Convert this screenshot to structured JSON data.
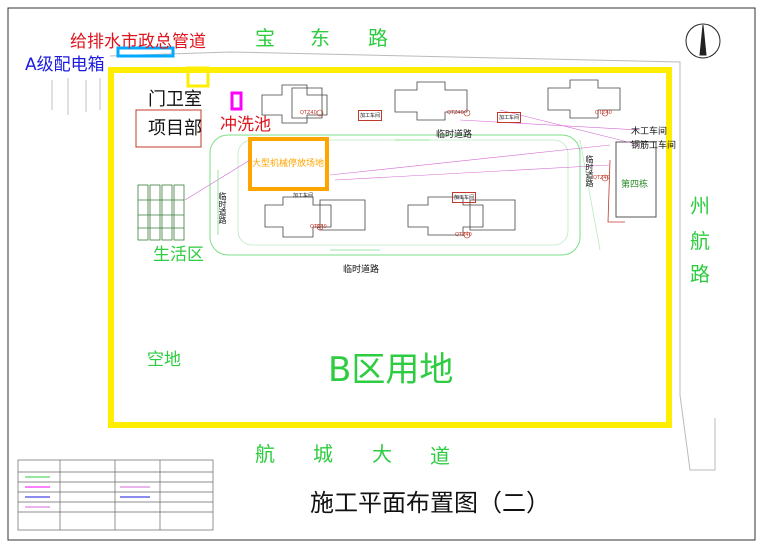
{
  "title": "施工平面布置图（二）",
  "roads": {
    "north": [
      "宝",
      "东",
      "路"
    ],
    "east": [
      "州",
      "航",
      "路"
    ],
    "south": [
      "航",
      "城",
      "大",
      "道"
    ]
  },
  "labels": {
    "water_pipe": "给排水市政总管道",
    "distribution_box": "A级配电箱",
    "gatehouse": "门卫室",
    "project_dept": "项目部",
    "wash_pool": "冲洗池",
    "machinery_yard": "大型机械停放场地",
    "living_area": "生活区",
    "empty_land": "空地",
    "zone_b": "B区用地",
    "carpentry_shop": "木工车间",
    "rebar_shop": "钢筋工车间",
    "building_4": "第四栋",
    "temp_road_top": "临时道路",
    "temp_road_bottom": "临时道路",
    "temp_road_left": "临时道路",
    "temp_road_right": "临时道路",
    "work_shed_a": "加工车间",
    "work_shed_b": "加工车间",
    "work_shed_c": "加工车间",
    "work_shed_d": "加工车间",
    "crane_tag": "QTZ40"
  },
  "colors": {
    "site_boundary": "#ffee00",
    "machinery_yard": "#ffa500",
    "wash_pool": "#ff00ff",
    "water_pipe": "#00aaff",
    "road_text": "#2ecc40",
    "temp_road_line": "#2ecc40"
  }
}
